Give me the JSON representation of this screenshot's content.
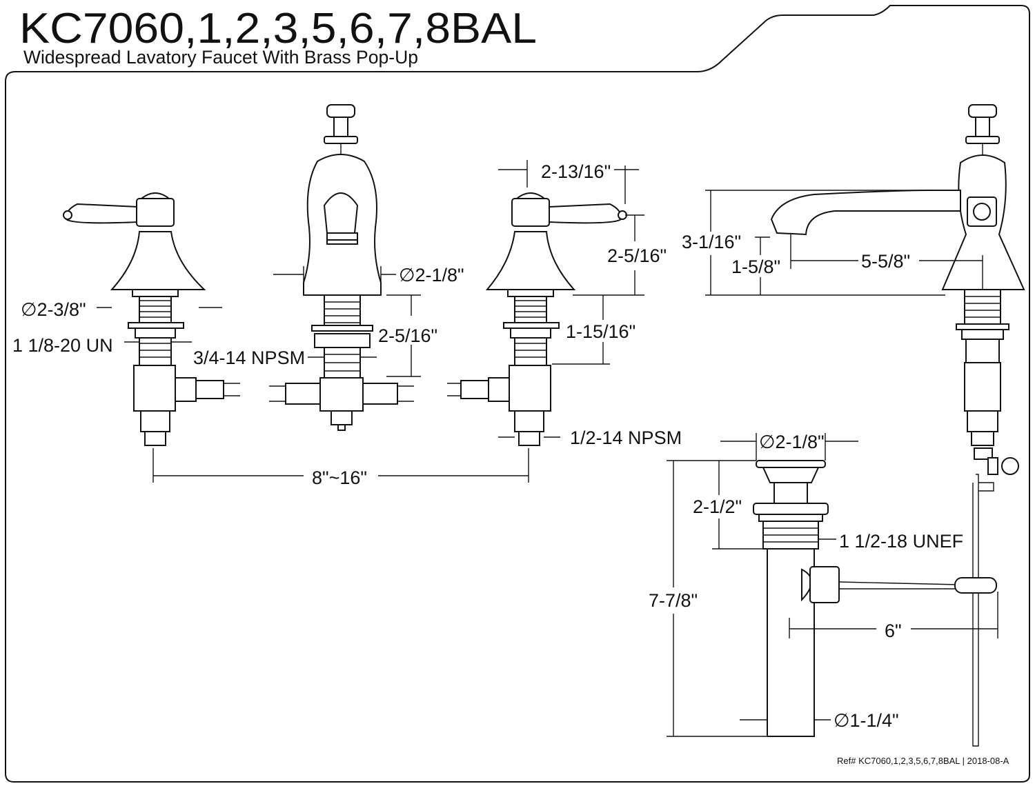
{
  "header": {
    "model": "KC7060,1,2,3,5,6,7,8BAL",
    "subtitle": "Widespread Lavatory Faucet With Brass Pop-Up"
  },
  "dimensions": {
    "left_handle_diameter": "∅2-3/8\"",
    "left_thread": "1 1/8-20 UN",
    "spout_thread": "3/4-14 NPSM",
    "spout_diameter": "∅2-1/8\"",
    "spout_shank_length": "2-5/16\"",
    "handle_spread_top": "2-13/16\"",
    "handle_height": "2-5/16\"",
    "handle_shank_length": "1-15/16\"",
    "supply_thread": "1/2-14 NPSM",
    "center_spread": "8\"~16\"",
    "side_height": "3-1/16\"",
    "aerator_height": "1-5/8\"",
    "spout_reach": "5-5/8\"",
    "drain_flange_diameter": "∅2-1/8\"",
    "drain_flange_height": "2-1/2\"",
    "drain_thread": "1 1/2-18 UNEF",
    "drain_total_height": "7-7/8\"",
    "pivot_rod_length": "6\"",
    "tailpiece_diameter": "∅1-1/4\""
  },
  "footer": {
    "reference": "Ref# KC7060,1,2,3,5,6,7,8BAL | 2018-08-A"
  }
}
